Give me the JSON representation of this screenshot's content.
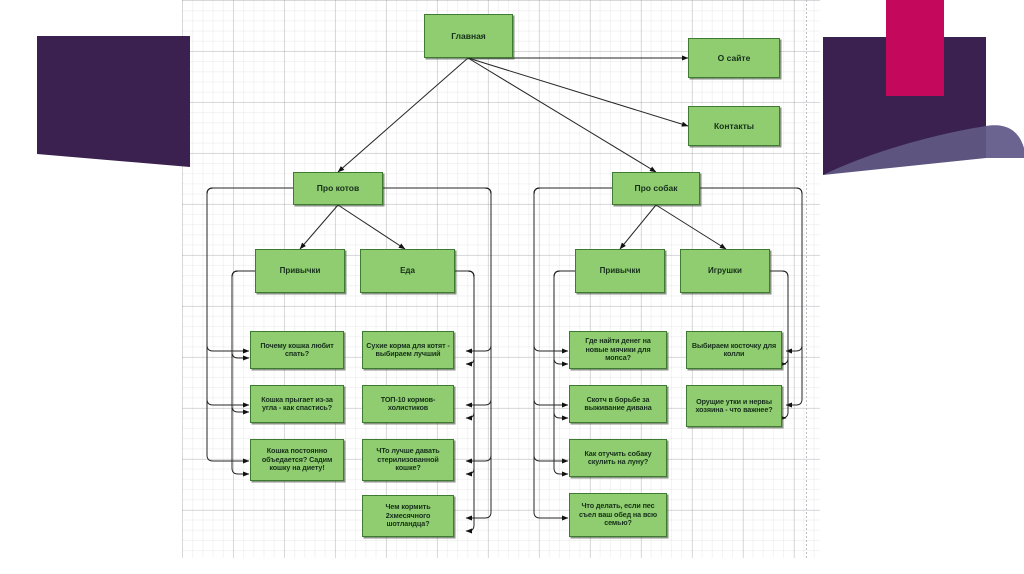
{
  "diagram": {
    "title_node": {
      "label": "Главная"
    },
    "top_right_nodes": [
      {
        "label": "О сайте"
      },
      {
        "label": "Контакты"
      }
    ],
    "branches": [
      {
        "label": "Про котов",
        "categories": [
          {
            "label": "Привычки",
            "articles": [
              "Почему кошка любит спать?",
              "Кошка прыгает из-за угла - как спастись?",
              "Кошка постоянно объедается? Садим кошку на диету!"
            ]
          },
          {
            "label": "Еда",
            "articles": [
              "Сухие корма для котят - выбираем лучший",
              "ТОП-10 кормов-холистиков",
              "ЧТо лучше давать стерилизованной кошке?",
              "Чем кормить 2хмесячного шотландца?"
            ]
          }
        ]
      },
      {
        "label": "Про собак",
        "categories": [
          {
            "label": "Привычки",
            "articles": [
              "Где найти денег на новые мячики для мопса?",
              "Скотч в борьбе за выживание дивана",
              "Как отучить собаку скулить на луну?",
              "Что делать, если пес съел ваш обед на всю семью?"
            ]
          },
          {
            "label": "Игрушки",
            "articles": [
              "Выбираем косточку для колли",
              "Орущие утки и нервы хозяина - что важнее?"
            ]
          }
        ]
      }
    ]
  },
  "colors": {
    "node_fill": "#90cc70",
    "node_border": "#3f7a33",
    "connector": "#1a1a1a",
    "deco_purple": "#3a2150",
    "deco_purple_light": "#6b6490",
    "deco_magenta": "#c4085c",
    "grid_line": "#78788220",
    "canvas": "#ffffff"
  }
}
